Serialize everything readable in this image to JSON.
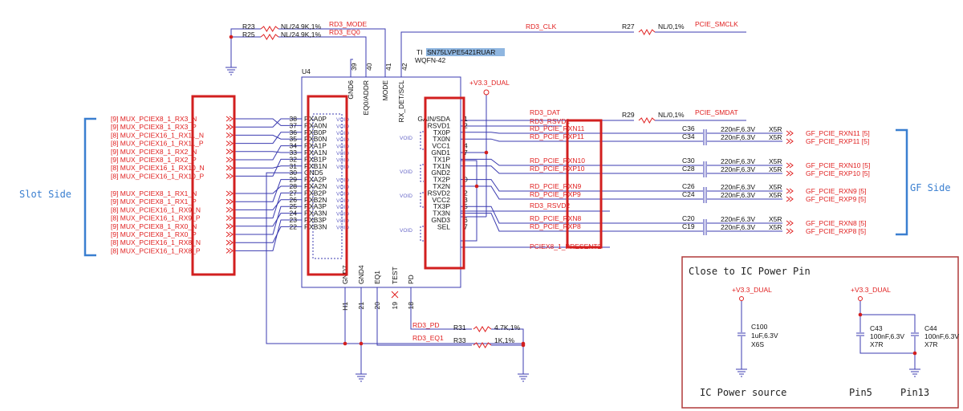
{
  "colors": {
    "wire": "#3b3bb0",
    "label": "#e02020",
    "highlight": "#d21f1f",
    "side_bracket": "#3a7fd0",
    "chip_outline": "#3b3bb0"
  },
  "side_labels": {
    "left": "Slot Side",
    "right": "GF Side"
  },
  "chip": {
    "ref": "U4",
    "vendor": "TI",
    "part": "SN75LVPE5421RUAR",
    "package": "WQFN-42",
    "left_pins": [
      {
        "num": "38",
        "name": "RXA0P"
      },
      {
        "num": "37",
        "name": "RXA0N"
      },
      {
        "num": "36",
        "name": "RXB0P"
      },
      {
        "num": "35",
        "name": "RXB0N"
      },
      {
        "num": "34",
        "name": "RXA1P"
      },
      {
        "num": "33",
        "name": "RXA1N"
      },
      {
        "num": "32",
        "name": "RXB1P"
      },
      {
        "num": "31",
        "name": "RXB1N"
      },
      {
        "num": "30",
        "name": "GND5"
      },
      {
        "num": "29",
        "name": "RXA2P"
      },
      {
        "num": "28",
        "name": "RXA2N"
      },
      {
        "num": "27",
        "name": "RXB2P"
      },
      {
        "num": "26",
        "name": "RXB2N"
      },
      {
        "num": "25",
        "name": "RXA3P"
      },
      {
        "num": "24",
        "name": "RXA3N"
      },
      {
        "num": "23",
        "name": "RXB3P"
      },
      {
        "num": "22",
        "name": "RXB3N"
      }
    ],
    "right_pins": [
      {
        "num": "1",
        "name": "GAIN/SDA"
      },
      {
        "num": "2",
        "name": "RSVD1"
      },
      {
        "num": "",
        "name": "TX0P"
      },
      {
        "num": "",
        "name": "TX0N"
      },
      {
        "num": "4",
        "name": "VCC1"
      },
      {
        "num": "7",
        "name": "GND1"
      },
      {
        "num": "",
        "name": "TX1P"
      },
      {
        "num": "",
        "name": "TX1N"
      },
      {
        "num": "",
        "name": "GND2"
      },
      {
        "num": "0",
        "name": "TX2P"
      },
      {
        "num": "",
        "name": "TX2N"
      },
      {
        "num": "2",
        "name": "RSVD2"
      },
      {
        "num": "3",
        "name": "VCC2"
      },
      {
        "num": "5",
        "name": "TX3P"
      },
      {
        "num": "",
        "name": "TX3N"
      },
      {
        "num": "6",
        "name": "GND3"
      },
      {
        "num": "7",
        "name": "SEL"
      }
    ],
    "top_pins": [
      {
        "num": "39",
        "name": "GND6"
      },
      {
        "num": "40",
        "name": "EQ0/ADDR"
      },
      {
        "num": "41",
        "name": "MODE"
      },
      {
        "num": "42",
        "name": "RX_DET/SCL"
      }
    ],
    "bottom_pins": [
      {
        "num": "H1",
        "name": "GND7"
      },
      {
        "num": "21",
        "name": "GND4"
      },
      {
        "num": "20",
        "name": "EQ1"
      },
      {
        "num": "19",
        "name": "TEST"
      },
      {
        "num": "18",
        "name": "PD"
      }
    ],
    "void_label": "VOID"
  },
  "left_nets": [
    "[9]  MUX_PCIEX8_1_RX3_N",
    "[9]  MUX_PCIEX8_1_RX3_P",
    "[8]  MUX_PCIEX16_1_RX11_N",
    "[8]  MUX_PCIEX16_1_RX11_P",
    "[9]  MUX_PCIEX8_1_RX2_N",
    "[9]  MUX_PCIEX8_1_RX2_P",
    "[8]  MUX_PCIEX16_1_RX10_N",
    "[8]  MUX_PCIEX16_1_RX10_P",
    "[9]  MUX_PCIEX8_1_RX1_N",
    "[9]  MUX_PCIEX8_1_RX1_P",
    "[8]  MUX_PCIEX16_1_RX9_N",
    "[8]  MUX_PCIEX16_1_RX9_P",
    "[9]  MUX_PCIEX8_1_RX0_N",
    "[9]  MUX_PCIEX8_1_RX0_P",
    "[8]  MUX_PCIEX16_1_RX8_N",
    "[8]  MUX_PCIEX16_1_RX8_P"
  ],
  "top_nets": {
    "r23": {
      "ref": "R23",
      "value": "NL/24.9K,1%"
    },
    "r25": {
      "ref": "R25",
      "value": "NL/24.9K,1%"
    },
    "mode": "RD3_MODE",
    "eq0": "RD3_EQ0",
    "clk": "RD3_CLK",
    "r27": {
      "ref": "R27",
      "value": "NL/0,1%"
    },
    "smclk": "PCIE_SMCLK",
    "dual": "+V3.3_DUAL"
  },
  "right_nets": {
    "dat": "RD3_DAT",
    "r29": {
      "ref": "R29",
      "value": "NL/0,1%"
    },
    "smdat": "PCIE_SMDAT",
    "rsvd": "RD3_RSVD1",
    "rsvd2": "RD3_RSVD2",
    "present": "PCIEX8_1_PRESENT2",
    "rxn11": "RD_PCIE_RXN11",
    "rxp11": "RD_PCIE_RXP11",
    "rxn10": "RD_PCIE_RXN10",
    "rxp10": "RD_PCIE_RXP10",
    "rxn9": "RD_PCIE_RXN9",
    "rxp9": "RD_PCIE_RXP9",
    "rxn8": "RD_PCIE_RXN8",
    "rxp8": "RD_PCIE_RXP8"
  },
  "caps": [
    {
      "ref": "C36",
      "value": "220nF,6.3V",
      "type": "X5R",
      "net": "GF_PCIE_RXN11  [5]"
    },
    {
      "ref": "C34",
      "value": "220nF,6.3V",
      "type": "X5R",
      "net": "GF_PCIE_RXP11  [5]"
    },
    {
      "ref": "C30",
      "value": "220nF,6.3V",
      "type": "X5R",
      "net": "GF_PCIE_RXN10  [5]"
    },
    {
      "ref": "C28",
      "value": "220nF,6.3V",
      "type": "X5R",
      "net": "GF_PCIE_RXP10  [5]"
    },
    {
      "ref": "C26",
      "value": "220nF,6.3V",
      "type": "X5R",
      "net": "GF_PCIE_RXN9  [5]"
    },
    {
      "ref": "C24",
      "value": "220nF,6.3V",
      "type": "X5R",
      "net": "GF_PCIE_RXP9  [5]"
    },
    {
      "ref": "C20",
      "value": "220nF,6.3V",
      "type": "X5R",
      "net": "GF_PCIE_RXN8  [5]"
    },
    {
      "ref": "C19",
      "value": "220nF,6.3V",
      "type": "X5R",
      "net": "GF_PCIE_RXP8  [5]"
    }
  ],
  "bottom_nets": {
    "pd": "RD3_PD",
    "eq1": "RD3_EQ1",
    "r31": {
      "ref": "R31",
      "value": "4.7K,1%"
    },
    "r33": {
      "ref": "R33",
      "value": "1K,1%"
    }
  },
  "power_box": {
    "title": "Close to IC Power Pin",
    "rail": "+V3.3_DUAL",
    "c100": {
      "ref": "C100",
      "value": "1uF,6.3V",
      "type": "X6S"
    },
    "c43": {
      "ref": "C43",
      "value": "100nF,6.3V",
      "type": "X7R"
    },
    "c44": {
      "ref": "C44",
      "value": "100nF,6.3V",
      "type": "X7R"
    },
    "footer_source": "IC Power source",
    "footer_pin5": "Pin5",
    "footer_pin13": "Pin13"
  }
}
